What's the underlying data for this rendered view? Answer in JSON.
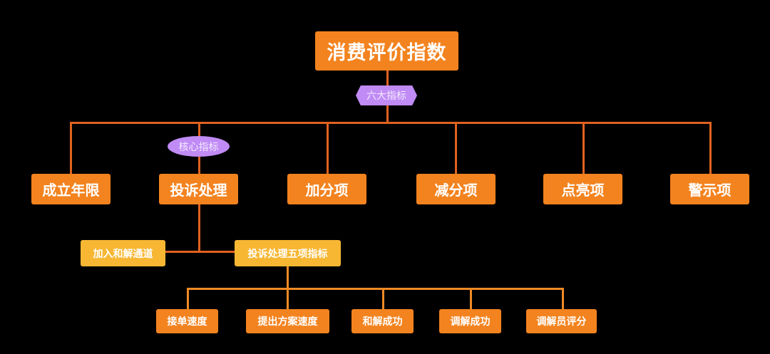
{
  "diagram": {
    "root": {
      "label": "消费评价指数"
    },
    "root_tag": {
      "label": "六大指标"
    },
    "level1": [
      {
        "label": "成立年限"
      },
      {
        "label": "投诉处理"
      },
      {
        "label": "加分项"
      },
      {
        "label": "减分项"
      },
      {
        "label": "点亮项"
      },
      {
        "label": "警示项"
      }
    ],
    "core_tag": {
      "label": "核心指标"
    },
    "level2": [
      {
        "label": "加入和解通道"
      },
      {
        "label": "投诉处理五项指标"
      }
    ],
    "level3": [
      {
        "label": "接单速度"
      },
      {
        "label": "提出方案速度"
      },
      {
        "label": "和解成功"
      },
      {
        "label": "调解成功"
      },
      {
        "label": "调解员评分"
      }
    ],
    "colors": {
      "background": "#000000",
      "primary_node": "#f3831f",
      "secondary_node": "#f7b733",
      "tag": "#c08bf5",
      "connector": "#e0621f"
    }
  }
}
